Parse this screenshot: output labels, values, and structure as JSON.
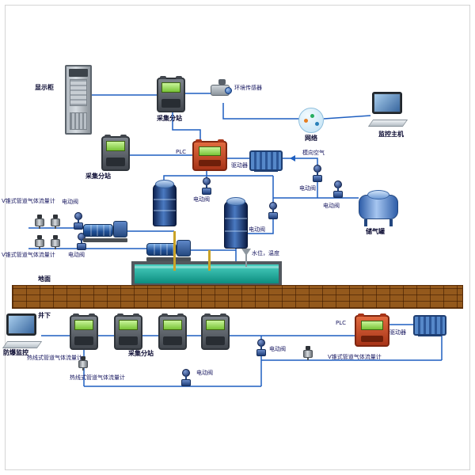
{
  "colors": {
    "pipe_blue": "#1f5fc0",
    "pipe_yellow": "#c9a227",
    "plc_red": "#c94a2a",
    "driver_blue": "#3d6fb5",
    "screen_green": "#8ed04e",
    "pool_water": "#14a393",
    "brick_brown": "#94591c"
  },
  "shared": {
    "substation": "采集分站",
    "valve": "电动阀",
    "vcone_meter": "V锥式管道气体流量计",
    "hotwire_meter": "热线式管道气体流量计",
    "plc": "PLC",
    "driver": "驱动器"
  },
  "surface": {
    "display_cabinet": "显示柜",
    "env_sensor": "环境传感器",
    "network": "网络",
    "monitor_host": "监控主机",
    "lateral_air": "模向空气",
    "gas_tank": "储气罐",
    "pool_note": "水位，温度",
    "ground": "地面"
  },
  "underground": {
    "title": "井下",
    "monitor": "防爆监控"
  }
}
